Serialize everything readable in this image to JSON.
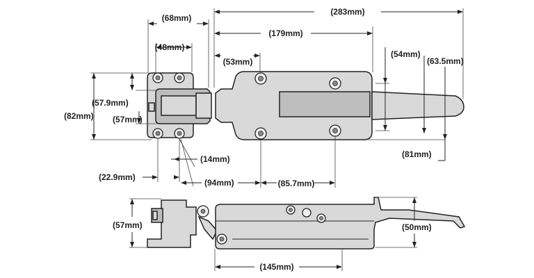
{
  "dimensions": {
    "overall_length": "(283mm)",
    "handle_to_strike": "(179mm)",
    "strike_width": "(68mm)",
    "strike_inner": "(48mm)",
    "latch_offset": "(53mm)",
    "height_54": "(54mm)",
    "height_63_5": "(63.5mm)",
    "height_57_9": "(57.9mm)",
    "height_82": "(82mm)",
    "height_57": "(57mm)",
    "width_14": "(14mm)",
    "width_22_9": "(22.9mm)",
    "width_94": "(94mm)",
    "width_85_7": "(85.7mm)",
    "height_81": "(81mm)",
    "side_height_57": "(57mm)",
    "side_height_50": "(50mm)",
    "side_length_145": "(145mm)"
  }
}
